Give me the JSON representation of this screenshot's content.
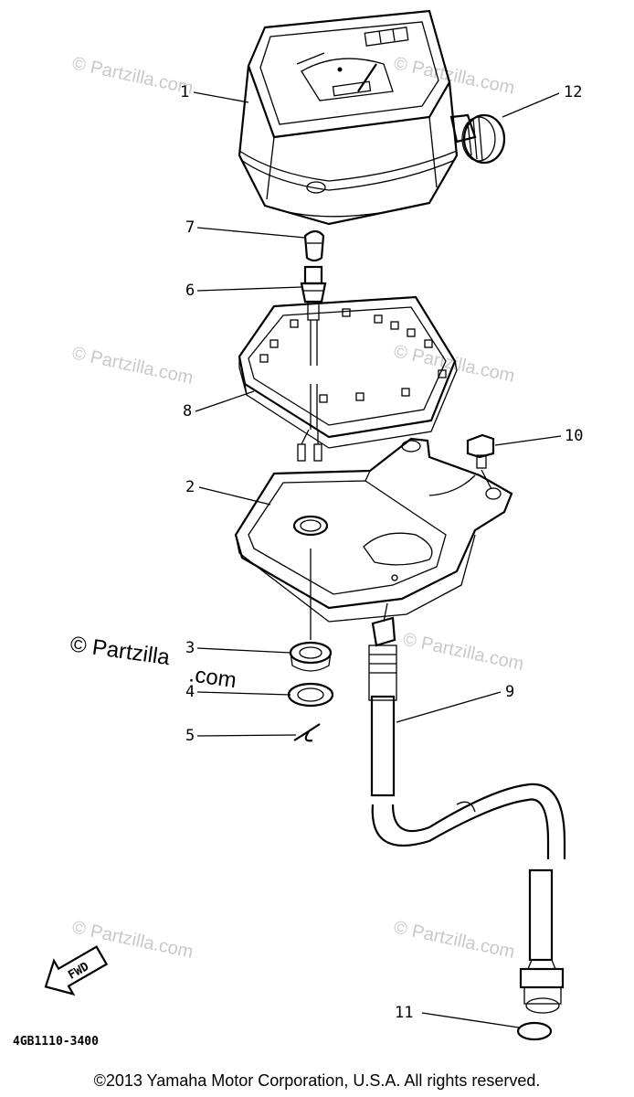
{
  "diagram": {
    "callouts": [
      "1",
      "2",
      "3",
      "4",
      "5",
      "6",
      "7",
      "8",
      "9",
      "10",
      "11",
      "12"
    ],
    "watermark": "© Partzilla.com",
    "watermark_main_prefix": "© Partzilla",
    "watermark_main_suffix": ".com",
    "fwd_label": "FWD",
    "drawing_code": "4GB1110-3400",
    "copyright": "©2013 Yamaha Motor Corporation, U.S.A. All rights reserved."
  }
}
